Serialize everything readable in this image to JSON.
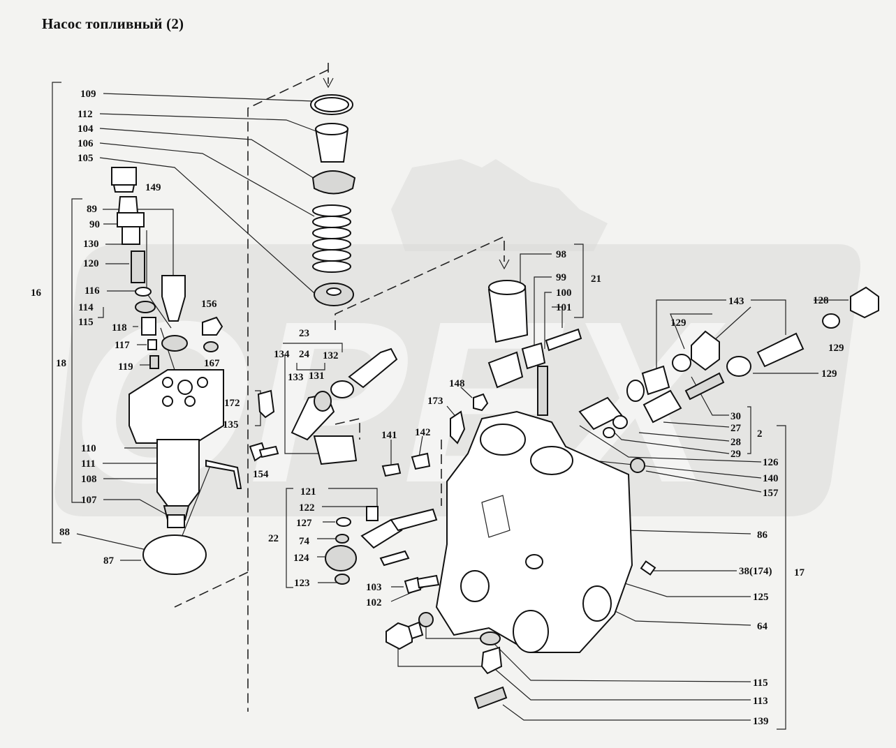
{
  "title": "Насос топливный  (2)",
  "watermark": {
    "text": "OPEX",
    "color": "#d9d9d7"
  },
  "callouts": [
    {
      "id": "c109",
      "text": "109"
    },
    {
      "id": "c112",
      "text": "112"
    },
    {
      "id": "c104",
      "text": "104"
    },
    {
      "id": "c106",
      "text": "106"
    },
    {
      "id": "c105",
      "text": "105"
    },
    {
      "id": "c149",
      "text": "149"
    },
    {
      "id": "c89",
      "text": "89"
    },
    {
      "id": "c90",
      "text": "90"
    },
    {
      "id": "c130",
      "text": "130"
    },
    {
      "id": "c120",
      "text": "120"
    },
    {
      "id": "c116",
      "text": "116"
    },
    {
      "id": "c114",
      "text": "114"
    },
    {
      "id": "c115a",
      "text": "115"
    },
    {
      "id": "c118",
      "text": "118"
    },
    {
      "id": "c117",
      "text": "117"
    },
    {
      "id": "c119",
      "text": "119"
    },
    {
      "id": "c16",
      "text": "16"
    },
    {
      "id": "c18",
      "text": "18"
    },
    {
      "id": "c156",
      "text": "156"
    },
    {
      "id": "c167",
      "text": "167"
    },
    {
      "id": "c172",
      "text": "172"
    },
    {
      "id": "c135",
      "text": "135"
    },
    {
      "id": "c110",
      "text": "110"
    },
    {
      "id": "c111",
      "text": "111"
    },
    {
      "id": "c108",
      "text": "108"
    },
    {
      "id": "c107",
      "text": "107"
    },
    {
      "id": "c88",
      "text": "88"
    },
    {
      "id": "c87",
      "text": "87"
    },
    {
      "id": "c154",
      "text": "154"
    },
    {
      "id": "c23",
      "text": "23"
    },
    {
      "id": "c134",
      "text": "134"
    },
    {
      "id": "c24",
      "text": "24"
    },
    {
      "id": "c132",
      "text": "132"
    },
    {
      "id": "c133",
      "text": "133"
    },
    {
      "id": "c131",
      "text": "131"
    },
    {
      "id": "c148",
      "text": "148"
    },
    {
      "id": "c173",
      "text": "173"
    },
    {
      "id": "c141",
      "text": "141"
    },
    {
      "id": "c142",
      "text": "142"
    },
    {
      "id": "c121",
      "text": "121"
    },
    {
      "id": "c122",
      "text": "122"
    },
    {
      "id": "c127",
      "text": "127"
    },
    {
      "id": "c22",
      "text": "22"
    },
    {
      "id": "c74",
      "text": "74"
    },
    {
      "id": "c124",
      "text": "124"
    },
    {
      "id": "c123",
      "text": "123"
    },
    {
      "id": "c103",
      "text": "103"
    },
    {
      "id": "c102",
      "text": "102"
    },
    {
      "id": "c98",
      "text": "98"
    },
    {
      "id": "c99",
      "text": "99"
    },
    {
      "id": "c100",
      "text": "100"
    },
    {
      "id": "c101",
      "text": "101"
    },
    {
      "id": "c21",
      "text": "21"
    },
    {
      "id": "c143",
      "text": "143"
    },
    {
      "id": "c129a",
      "text": "129"
    },
    {
      "id": "c128",
      "text": "128"
    },
    {
      "id": "c129b",
      "text": "129"
    },
    {
      "id": "c129c",
      "text": "129"
    },
    {
      "id": "c30",
      "text": "30"
    },
    {
      "id": "c27",
      "text": "27"
    },
    {
      "id": "c28",
      "text": "28"
    },
    {
      "id": "c2",
      "text": "2"
    },
    {
      "id": "c29",
      "text": "29"
    },
    {
      "id": "c126",
      "text": "126"
    },
    {
      "id": "c140",
      "text": "140"
    },
    {
      "id": "c157",
      "text": "157"
    },
    {
      "id": "c86",
      "text": "86"
    },
    {
      "id": "c38",
      "text": "38(174)"
    },
    {
      "id": "c17",
      "text": "17"
    },
    {
      "id": "c125",
      "text": "125"
    },
    {
      "id": "c64",
      "text": "64"
    },
    {
      "id": "c115b",
      "text": "115"
    },
    {
      "id": "c113",
      "text": "113"
    },
    {
      "id": "c139",
      "text": "139"
    }
  ]
}
